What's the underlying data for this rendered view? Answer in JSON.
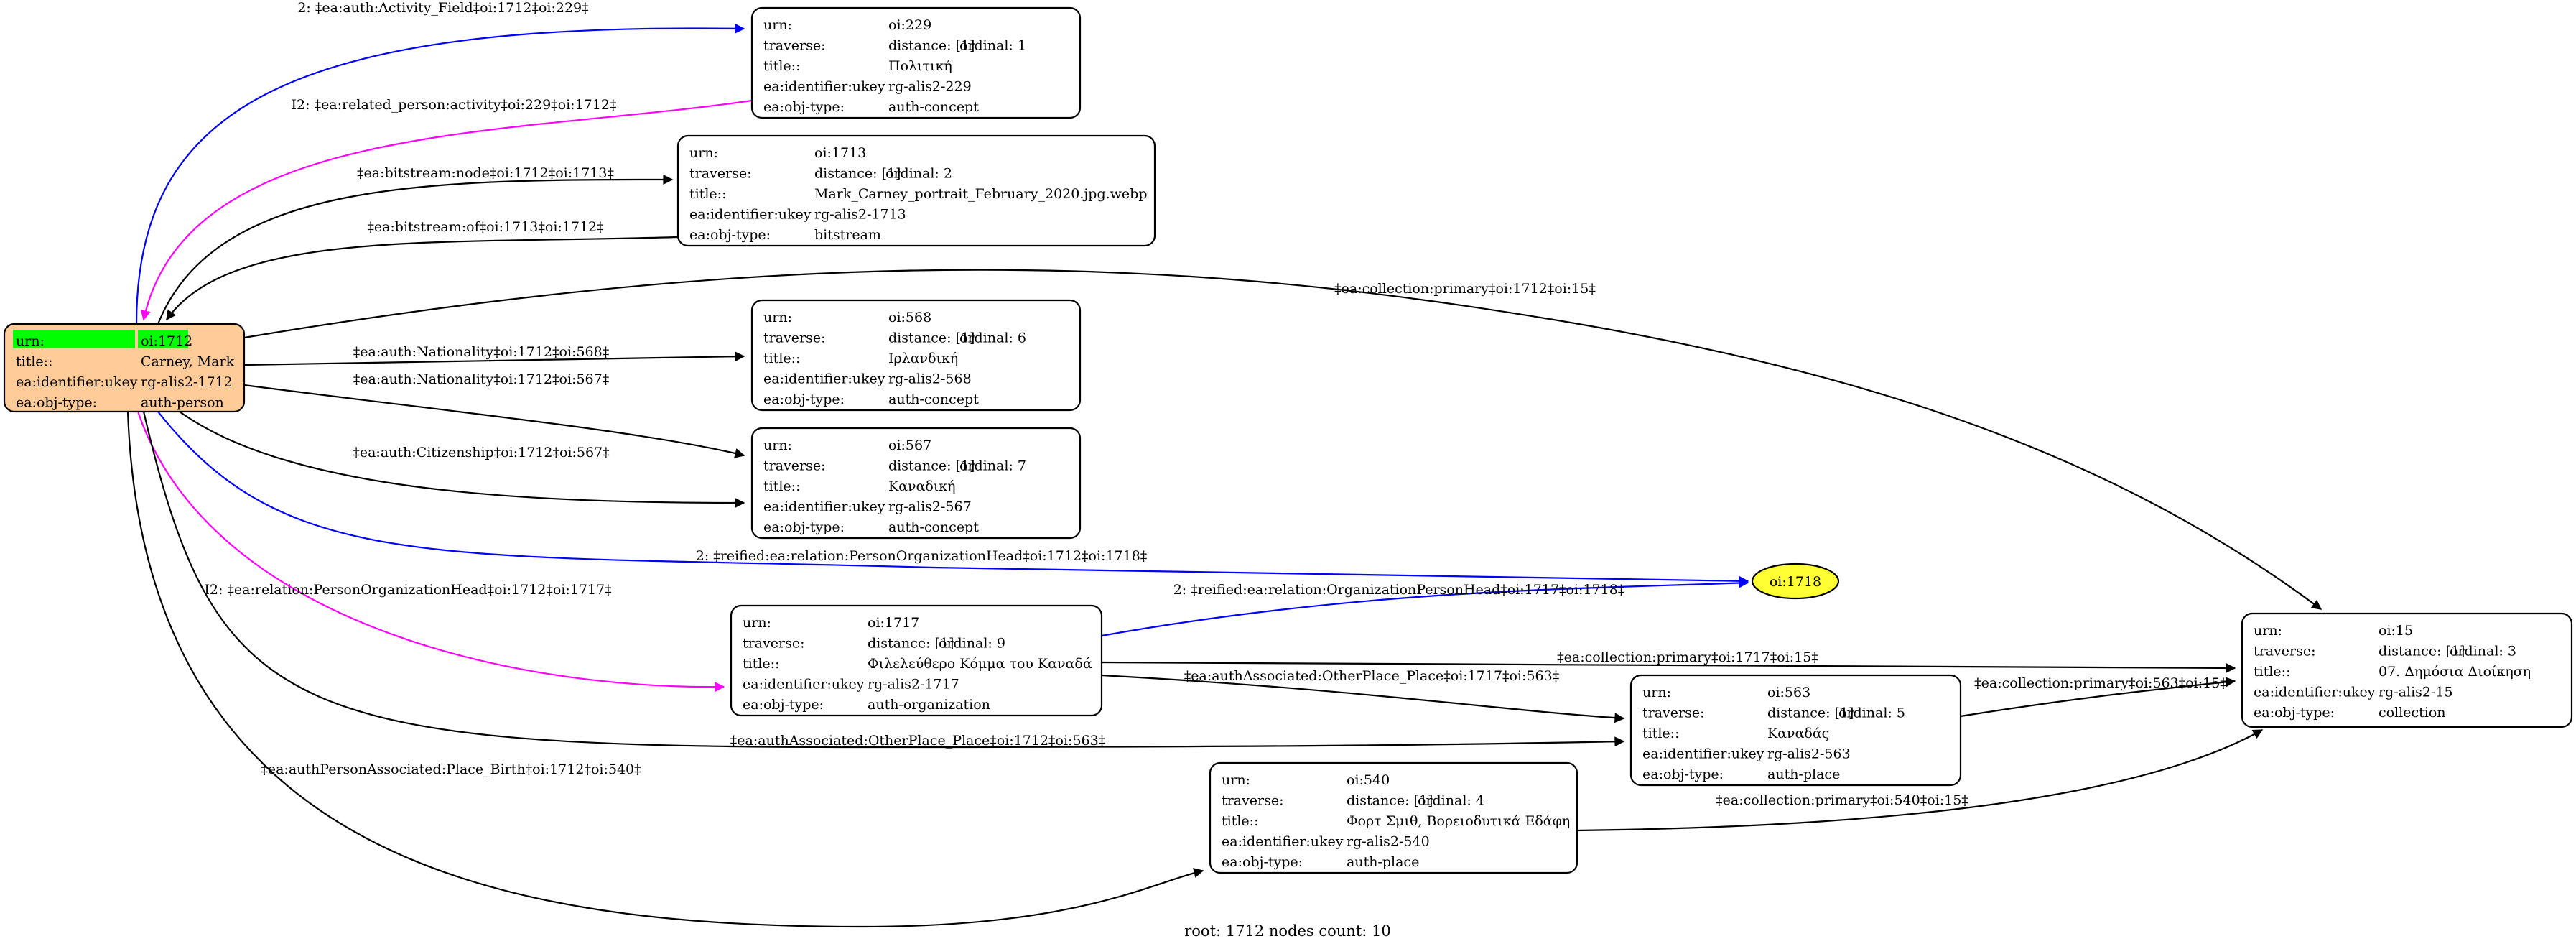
{
  "colors": {
    "root_fill": "#ffcc99",
    "root_highlight": "#00ff00",
    "reified_fill": "#ffff33",
    "edge_black": "#000000",
    "edge_blue": "#0000ff",
    "edge_magenta": "#ff00ff"
  },
  "nodes": [
    {
      "id": "n1712",
      "kind": "root",
      "rows": [
        {
          "k": "urn:",
          "v": "oi:1712"
        },
        {
          "k": "title::",
          "v": "Carney, Mark"
        },
        {
          "k": "ea:identifier:ukey",
          "v": "rg-alis2-1712"
        },
        {
          "k": "ea:obj-type:",
          "v": "auth-person"
        }
      ]
    },
    {
      "id": "n229",
      "rows": [
        {
          "k": "urn:",
          "v": "oi:229"
        },
        {
          "k": "traverse:",
          "v": "distance: [1]",
          "o": "ordinal: 1"
        },
        {
          "k": "title::",
          "v": "Πολιτική"
        },
        {
          "k": "ea:identifier:ukey",
          "v": "rg-alis2-229"
        },
        {
          "k": "ea:obj-type:",
          "v": "auth-concept"
        }
      ]
    },
    {
      "id": "n1713",
      "rows": [
        {
          "k": "urn:",
          "v": "oi:1713"
        },
        {
          "k": "traverse:",
          "v": "distance: [1]",
          "o": "ordinal: 2"
        },
        {
          "k": "title::",
          "v": "Mark_Carney_portrait_February_2020.jpg.webp"
        },
        {
          "k": "ea:identifier:ukey",
          "v": "rg-alis2-1713"
        },
        {
          "k": "ea:obj-type:",
          "v": "bitstream"
        }
      ]
    },
    {
      "id": "n568",
      "rows": [
        {
          "k": "urn:",
          "v": "oi:568"
        },
        {
          "k": "traverse:",
          "v": "distance: [1]",
          "o": "ordinal: 6"
        },
        {
          "k": "title::",
          "v": "Ιρλανδική"
        },
        {
          "k": "ea:identifier:ukey",
          "v": "rg-alis2-568"
        },
        {
          "k": "ea:obj-type:",
          "v": "auth-concept"
        }
      ]
    },
    {
      "id": "n567",
      "rows": [
        {
          "k": "urn:",
          "v": "oi:567"
        },
        {
          "k": "traverse:",
          "v": "distance: [1]",
          "o": "ordinal: 7"
        },
        {
          "k": "title::",
          "v": "Καναδική"
        },
        {
          "k": "ea:identifier:ukey",
          "v": "rg-alis2-567"
        },
        {
          "k": "ea:obj-type:",
          "v": "auth-concept"
        }
      ]
    },
    {
      "id": "n1717",
      "rows": [
        {
          "k": "urn:",
          "v": "oi:1717"
        },
        {
          "k": "traverse:",
          "v": "distance: [1]",
          "o": "ordinal: 9"
        },
        {
          "k": "title::",
          "v": "Φιλελεύθερο Κόμμα του Καναδά"
        },
        {
          "k": "ea:identifier:ukey",
          "v": "rg-alis2-1717"
        },
        {
          "k": "ea:obj-type:",
          "v": "auth-organization"
        }
      ]
    },
    {
      "id": "n563",
      "rows": [
        {
          "k": "urn:",
          "v": "oi:563"
        },
        {
          "k": "traverse:",
          "v": "distance: [1]",
          "o": "ordinal: 5"
        },
        {
          "k": "title::",
          "v": "Καναδάς"
        },
        {
          "k": "ea:identifier:ukey",
          "v": "rg-alis2-563"
        },
        {
          "k": "ea:obj-type:",
          "v": "auth-place"
        }
      ]
    },
    {
      "id": "n540",
      "rows": [
        {
          "k": "urn:",
          "v": "oi:540"
        },
        {
          "k": "traverse:",
          "v": "distance: [1]",
          "o": "ordinal: 4"
        },
        {
          "k": "title::",
          "v": "Φορτ Σμιθ, Βορειοδυτικά Εδάφη"
        },
        {
          "k": "ea:identifier:ukey",
          "v": "rg-alis2-540"
        },
        {
          "k": "ea:obj-type:",
          "v": "auth-place"
        }
      ]
    },
    {
      "id": "n15",
      "rows": [
        {
          "k": "urn:",
          "v": "oi:15"
        },
        {
          "k": "traverse:",
          "v": "distance: [1]",
          "o": "ordinal: 3"
        },
        {
          "k": "title::",
          "v": "07. Δημόσια Διοίκηση"
        },
        {
          "k": "ea:identifier:ukey",
          "v": "rg-alis2-15"
        },
        {
          "k": "ea:obj-type:",
          "v": "collection"
        }
      ]
    },
    {
      "id": "n1718",
      "kind": "reified",
      "label": "oi:1718"
    }
  ],
  "edges": [
    {
      "id": "e1",
      "color": "blue",
      "label": "2: ‡ea:auth:Activity_Field‡oi:1712‡oi:229‡"
    },
    {
      "id": "e2",
      "color": "magenta",
      "label": "I2: ‡ea:related_person:activity‡oi:229‡oi:1712‡"
    },
    {
      "id": "e3",
      "color": "black",
      "label": "‡ea:bitstream:node‡oi:1712‡oi:1713‡"
    },
    {
      "id": "e4",
      "color": "black",
      "label": "‡ea:bitstream:of‡oi:1713‡oi:1712‡"
    },
    {
      "id": "e5",
      "color": "black",
      "label": "‡ea:collection:primary‡oi:1712‡oi:15‡"
    },
    {
      "id": "e6",
      "color": "black",
      "label": "‡ea:auth:Nationality‡oi:1712‡oi:568‡"
    },
    {
      "id": "e7",
      "color": "black",
      "label": "‡ea:auth:Nationality‡oi:1712‡oi:567‡"
    },
    {
      "id": "e8",
      "color": "black",
      "label": "‡ea:auth:Citizenship‡oi:1712‡oi:567‡"
    },
    {
      "id": "e9",
      "color": "blue",
      "label": "2: ‡reified:ea:relation:PersonOrganizationHead‡oi:1712‡oi:1718‡"
    },
    {
      "id": "e10",
      "color": "magenta",
      "label": "I2: ‡ea:relation:PersonOrganizationHead‡oi:1712‡oi:1717‡"
    },
    {
      "id": "e11",
      "color": "blue",
      "label": "2: ‡reified:ea:relation:OrganizationPersonHead‡oi:1717‡oi:1718‡"
    },
    {
      "id": "e12",
      "color": "black",
      "label": "‡ea:collection:primary‡oi:1717‡oi:15‡"
    },
    {
      "id": "e13",
      "color": "black",
      "label": "‡ea:authAssociated:OtherPlace_Place‡oi:1717‡oi:563‡"
    },
    {
      "id": "e14",
      "color": "black",
      "label": "‡ea:collection:primary‡oi:563‡oi:15‡"
    },
    {
      "id": "e15",
      "color": "black",
      "label": "‡ea:authAssociated:OtherPlace_Place‡oi:1712‡oi:563‡"
    },
    {
      "id": "e16",
      "color": "black",
      "label": "‡ea:authPersonAssociated:Place_Birth‡oi:1712‡oi:540‡"
    },
    {
      "id": "e17",
      "color": "black",
      "label": "‡ea:collection:primary‡oi:540‡oi:15‡"
    }
  ],
  "footer": "root: 1712 nodes count: 10"
}
